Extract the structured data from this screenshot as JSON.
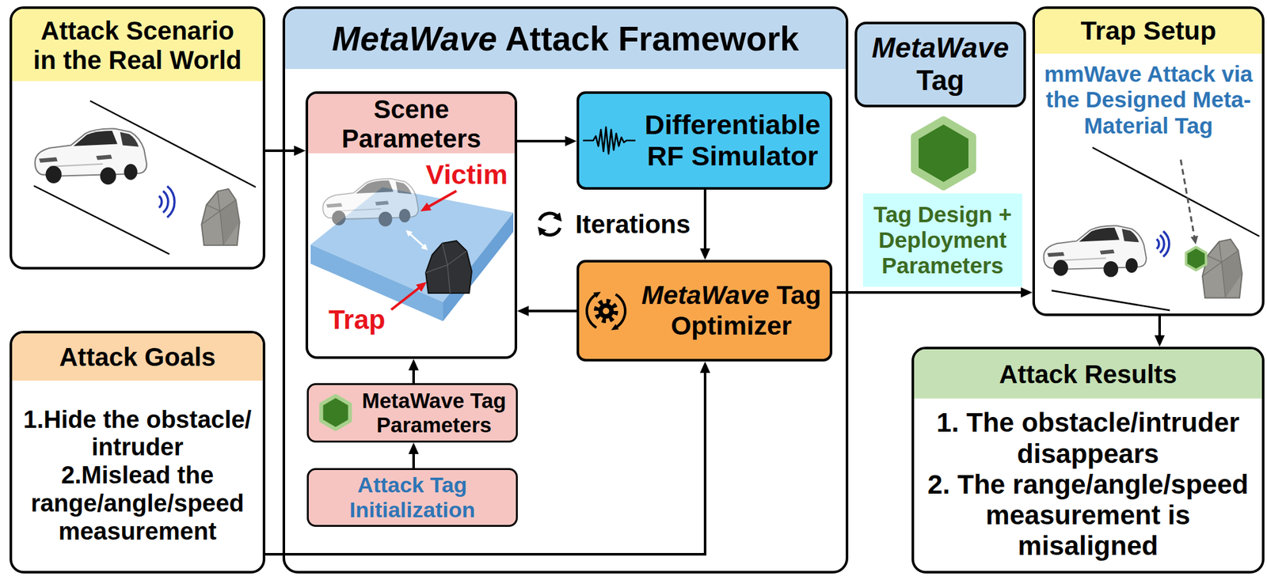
{
  "diagram": {
    "nodes": [
      {
        "text": [
          "Attack Scenario in the Real World"
        ]
      },
      {
        "text": [
          "MetaWave Attack Framework"
        ]
      },
      {
        "text": [
          "Scene Parameters",
          "Victim",
          "Trap"
        ],
        "in": 1
      },
      {
        "text": [
          "Differentiable RF Simulator"
        ],
        "in": 1
      },
      {
        "text": [
          "MetaWave Tag Optimizer"
        ],
        "in": 1
      },
      {
        "text": [
          "MetaWave Tag Parameters"
        ],
        "in": 1
      },
      {
        "text": [
          "Attack Tag Initialization"
        ],
        "in": 1
      },
      {
        "text": [
          "MetaWave Tag"
        ]
      },
      {
        "text": [
          "Tag Design + Deployment Parameters"
        ]
      },
      {
        "text": [
          "Trap Setup",
          "mmWave Attack via the Designed Meta-Material Tag"
        ]
      },
      {
        "text": [
          "Attack Goals",
          "1.Hide the obstacle/ intruder",
          "2.Mislead the range/angle/speed measurement"
        ]
      },
      {
        "text": [
          "Attack Results",
          "1. The obstacle/intruder disappears",
          "2. The range/angle/speed measurement is misaligned"
        ]
      }
    ],
    "edges": [
      {
        "from": 0,
        "to": 2,
        "arrow": "to"
      },
      {
        "from": 2,
        "to": 3,
        "arrow": "to"
      },
      {
        "from": 3,
        "to": 4,
        "arrow": "to"
      },
      {
        "from": 4,
        "to": 2,
        "arrow": "to"
      },
      {
        "from": 5,
        "to": 2,
        "arrow": "to"
      },
      {
        "from": 6,
        "to": 5,
        "arrow": "to"
      },
      {
        "from": 10,
        "to": 4,
        "arrow": "to"
      },
      {
        "from": 4,
        "to": 9,
        "arrow": "to"
      },
      {
        "from": 9,
        "to": 11,
        "arrow": "to"
      }
    ],
    "labels": [
      "Iterations"
    ]
  }
}
